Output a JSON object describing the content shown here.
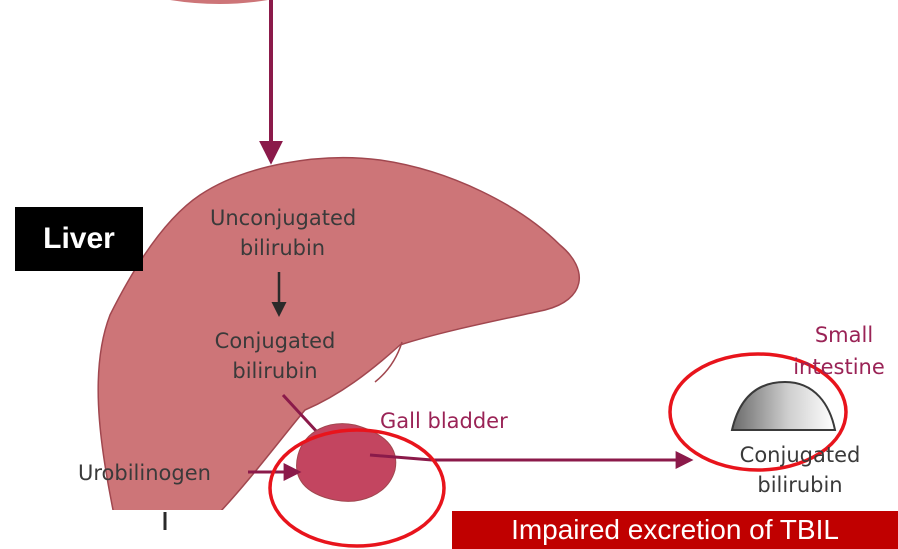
{
  "labels": {
    "liver": "Liver",
    "unconjugated_line1": "Unconjugated",
    "unconjugated_line2": "bilirubin",
    "conjugated_line1": "Conjugated",
    "conjugated_line2": "bilirubin",
    "gall_bladder": "Gall bladder",
    "urobilinogen": "Urobilinogen",
    "small_line1": "Small",
    "small_line2": "intestine",
    "intestine_conj_line1": "Conjugated",
    "intestine_conj_line2": "bilirubin"
  },
  "banner": {
    "text": "Impaired excretion of TBIL"
  },
  "colors": {
    "liver_fill": "#cd7578",
    "liver_outline": "#a1474f",
    "arrow": "#8b1a4a",
    "highlight_circle": "#e8141c",
    "banner_bg": "#c00000",
    "gallbladder_fill": "#c34560"
  }
}
